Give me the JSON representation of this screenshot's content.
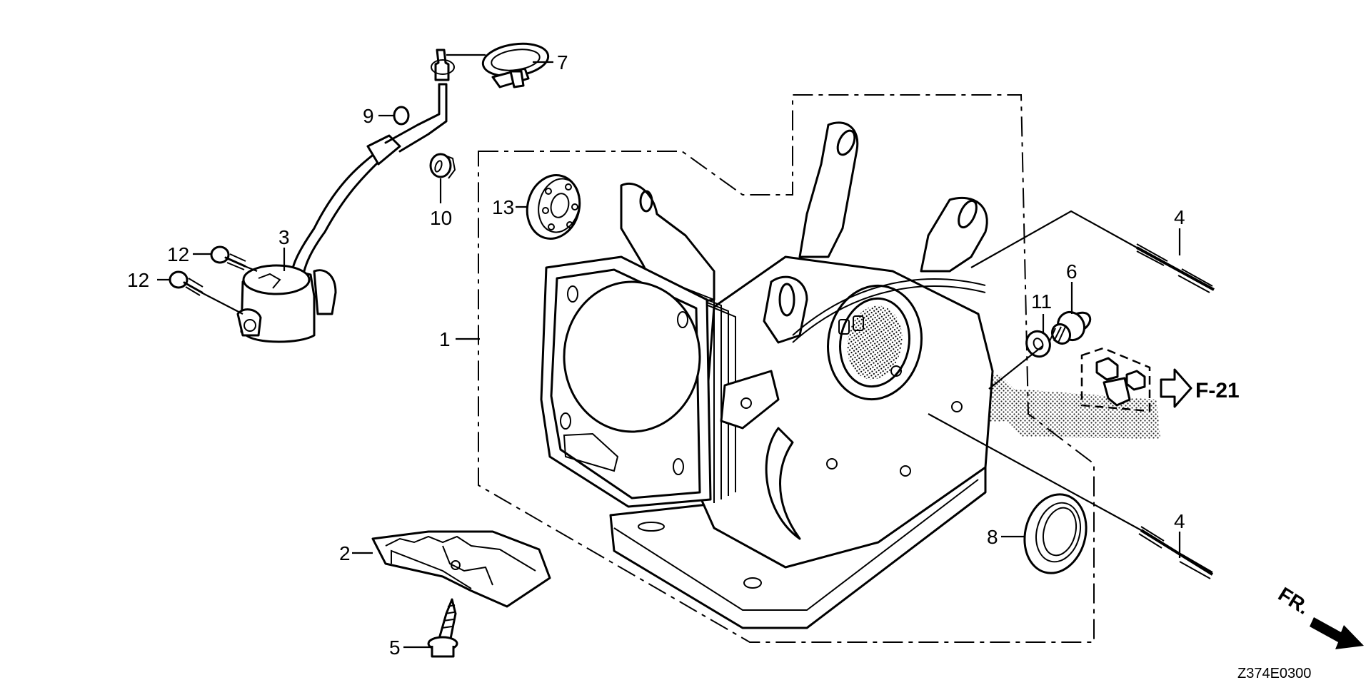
{
  "diagram": {
    "code": "Z374E0300",
    "reference": {
      "label": "F-21",
      "arrow": "outline-right-arrow"
    },
    "orientation": {
      "label": "FR.",
      "arrow": "filled-arrow-down-right"
    },
    "callouts": [
      {
        "number": "1",
        "part": "cylinder-block"
      },
      {
        "number": "2",
        "part": "cover-plate"
      },
      {
        "number": "3",
        "part": "sensor-housing"
      },
      {
        "number": "4",
        "part": "stud-bolt"
      },
      {
        "number": "4",
        "part": "stud-bolt"
      },
      {
        "number": "5",
        "part": "flange-bolt"
      },
      {
        "number": "6",
        "part": "drain-plug-bolt"
      },
      {
        "number": "7",
        "part": "hose-clamp"
      },
      {
        "number": "8",
        "part": "oil-seal"
      },
      {
        "number": "9",
        "part": "o-ring"
      },
      {
        "number": "10",
        "part": "grommet"
      },
      {
        "number": "11",
        "part": "washer"
      },
      {
        "number": "12",
        "part": "flange-bolt"
      },
      {
        "number": "12",
        "part": "flange-bolt"
      },
      {
        "number": "13",
        "part": "ball-bearing"
      }
    ]
  }
}
